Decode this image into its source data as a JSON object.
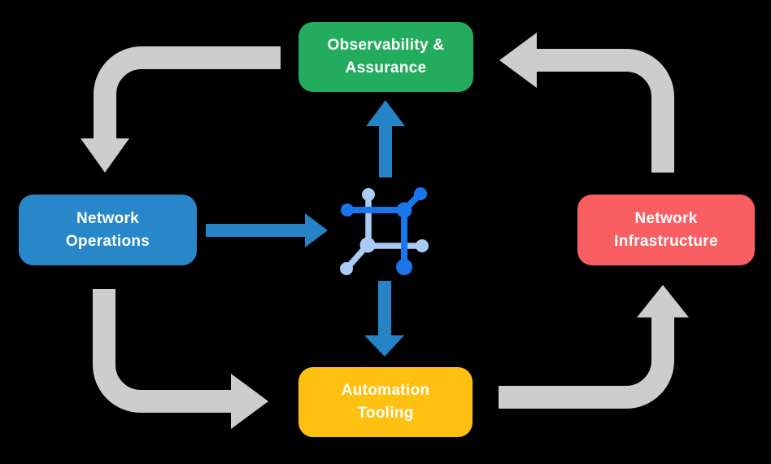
{
  "colors": {
    "background": "#000000",
    "box-green": "#24AC5E",
    "box-blue": "#2787C8",
    "box-red": "#F95F62",
    "box-yellow": "#FEC112",
    "box-text": "#FFFFFF",
    "arrow-gray": "#CDCDCD",
    "arrow-blue": "#2583C6",
    "icon-blue": "#1B76EE",
    "icon-lightblue": "#A9CBF4"
  },
  "nodes": {
    "observability": {
      "label": "Observability &\nAssurance"
    },
    "operations": {
      "label": "Network\nOperations"
    },
    "infrastructure": {
      "label": "Network\nInfrastructure"
    },
    "automation": {
      "label": "Automation\nTooling"
    }
  },
  "center_icon": {
    "name": "network-mesh-icon"
  },
  "edges": [
    {
      "from": "Observability & Assurance",
      "to": "Network Operations",
      "style": "gray-cycle"
    },
    {
      "from": "Network Operations",
      "to": "Automation Tooling",
      "style": "gray-cycle"
    },
    {
      "from": "Automation Tooling",
      "to": "Network Infrastructure",
      "style": "gray-cycle"
    },
    {
      "from": "Network Infrastructure",
      "to": "Observability & Assurance",
      "style": "gray-cycle"
    },
    {
      "from": "Network Operations",
      "to": "network-mesh-icon",
      "style": "blue"
    },
    {
      "from": "network-mesh-icon",
      "to": "Observability & Assurance",
      "style": "blue"
    },
    {
      "from": "network-mesh-icon",
      "to": "Automation Tooling",
      "style": "blue"
    }
  ]
}
